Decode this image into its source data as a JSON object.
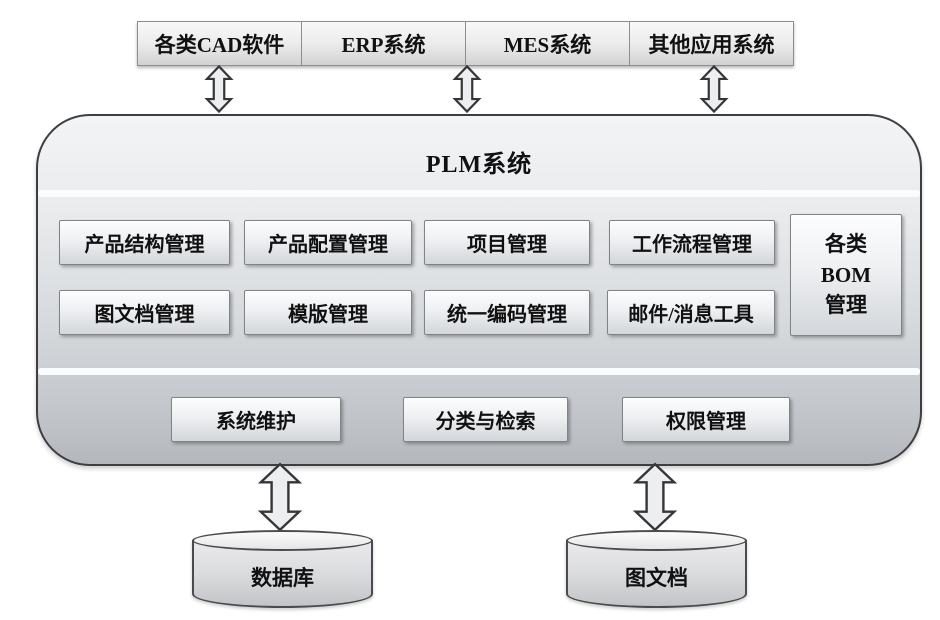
{
  "diagram": {
    "external_systems": [
      "各类CAD软件",
      "ERP系统",
      "MES系统",
      "其他应用系统"
    ],
    "plm": {
      "title": "PLM系统",
      "modules_row1": [
        "产品结构管理",
        "产品配置管理",
        "项目管理",
        "工作流程管理"
      ],
      "modules_row2": [
        "图文档管理",
        "模版管理",
        "统一编码管理",
        "邮件/消息工具"
      ],
      "side_module_lines": [
        "各类",
        "BOM",
        "管理"
      ],
      "bottom_modules": [
        "系统维护",
        "分类与检索",
        "权限管理"
      ]
    },
    "storages": [
      "数据库",
      "图文档"
    ],
    "colors": {
      "plm_border": "#3e3e42",
      "plm_fill_top": "#f3f4f6",
      "plm_fill_bottom": "#b4b8bd",
      "box_border": "#808487",
      "box_fill_top": "#fdfdfe",
      "box_fill_bottom": "#d3d6da",
      "arrow_fill": "#eceef0",
      "arrow_stroke": "#36363a",
      "text": "#111111",
      "background": "#ffffff"
    }
  }
}
